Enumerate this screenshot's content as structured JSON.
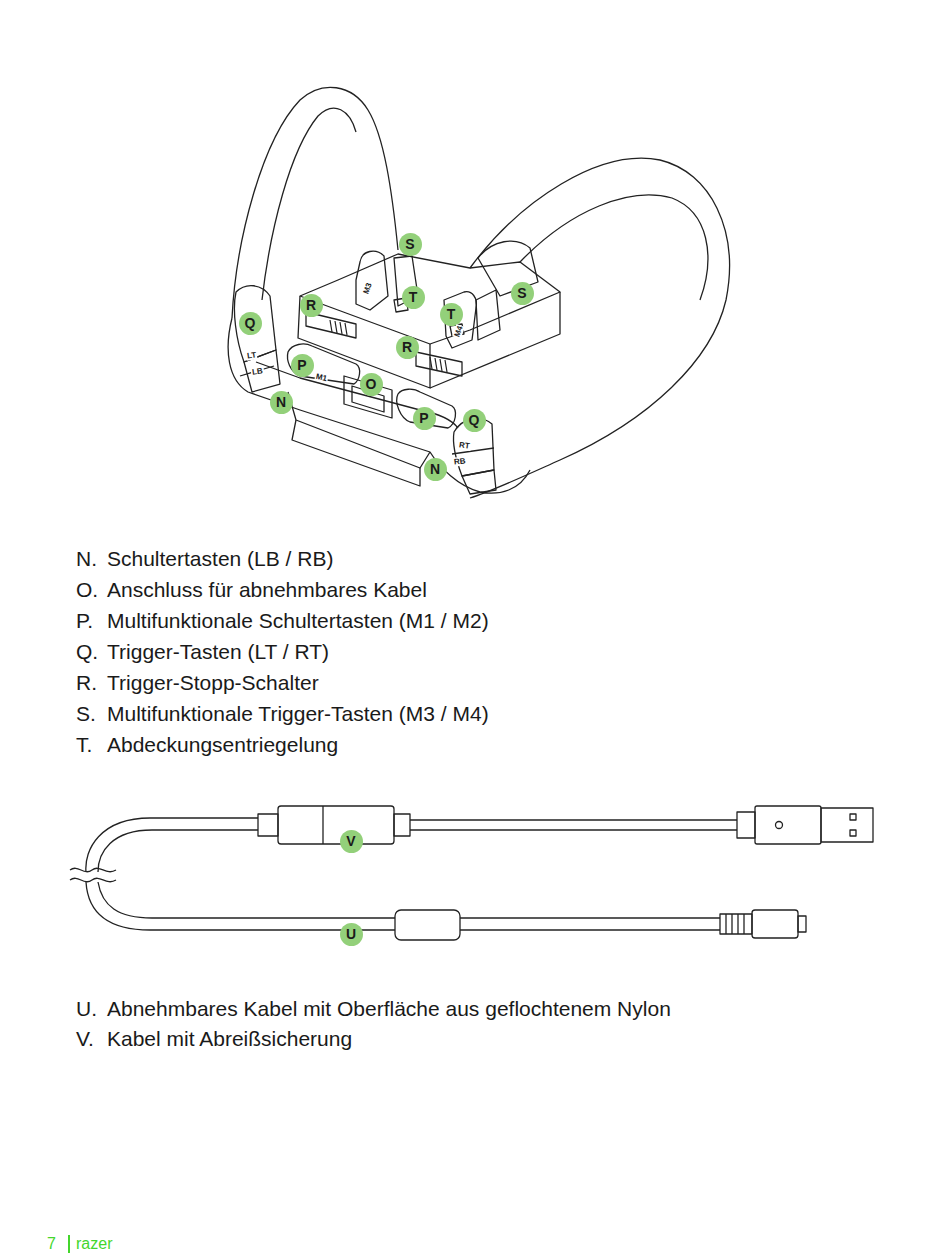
{
  "diagram": {
    "labels": [
      "S",
      "S",
      "T",
      "T",
      "R",
      "R",
      "Q",
      "Q",
      "P",
      "P",
      "O",
      "N",
      "N",
      "M3",
      "M4",
      "M1",
      "LT",
      "LB",
      "RT",
      "RB",
      "N.",
      "Schultertasten (LB / RB)",
      "O.",
      "Anschluss für abnehmbares Kabel",
      "P.",
      "Multifunktionale Schultertasten (M1 / M2)",
      "Q.",
      "Trigger-Tasten (LT / RT)",
      "R.",
      "Trigger-Stopp-Schalter",
      "S.",
      "Multifunktionale Trigger-Tasten (M3 / M4)",
      "T.",
      "Abdeckungsentriegelung",
      "V",
      "U",
      "U.",
      "Abnehmbares Kabel mit Oberfläche aus geflochtenem Nylon",
      "V.",
      "Kabel mit Abreißsicherung",
      "7",
      "razer"
    ]
  }
}
